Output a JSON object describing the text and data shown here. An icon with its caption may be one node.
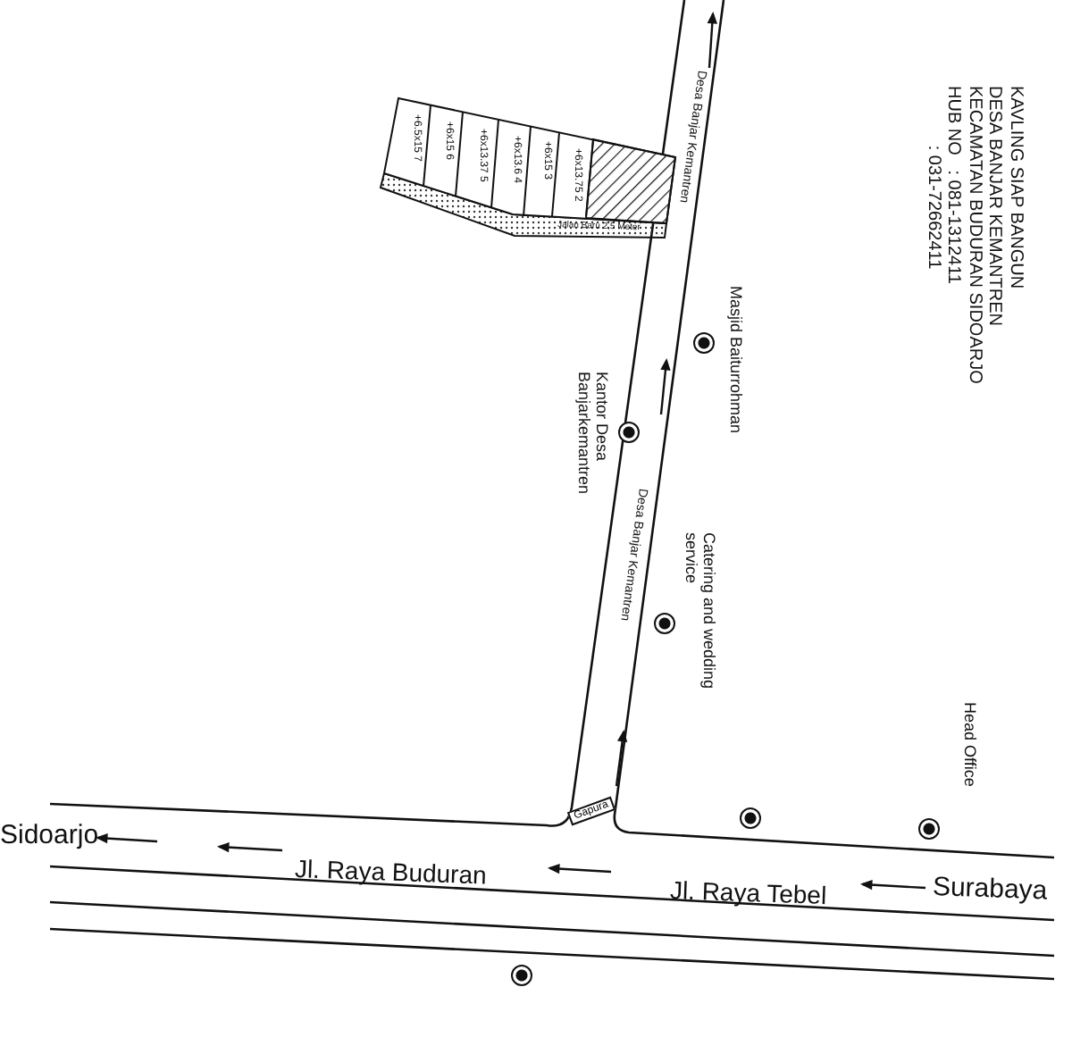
{
  "diagram": {
    "nodes": [
      {
        "text": [],
        "shape": "circle"
      },
      {
        "text": [],
        "shape": "circle",
        "beside": [
          "Kantor Desa Banjarkemantren"
        ]
      },
      {
        "text": [],
        "shape": "circle",
        "beside": [
          "Catering and wedding service"
        ]
      },
      {
        "text": [],
        "shape": "circle",
        "beside": [
          "Masjid Baiturrohman"
        ]
      },
      {
        "text": [],
        "shape": "circle"
      },
      {
        "text": [],
        "shape": "circle",
        "beside": [
          "Head Office"
        ]
      }
    ],
    "edges": [],
    "labels": [
      "KAVLING SIAP BANGUN",
      "DESA BANJAR KEMANTREN",
      "KECAMATAN BUDURAN SIDOARJO",
      "HUB NO   : 081-1312411",
      "            : 031-72662411",
      "+6.5x15 7",
      "+6x15 6",
      "+6x13.37 5",
      "+6x13.6 4",
      "+6x15 3",
      "+6x13.75 2",
      "Jalan Baru 2,5 Meter",
      "Desa Banjar Kemantren",
      "Desa Banjar Kemantren",
      "Gapura",
      "Sidoarjo",
      "Jl. Raya Buduran",
      "Jl. Raya Tebel",
      "Surabaya"
    ]
  }
}
